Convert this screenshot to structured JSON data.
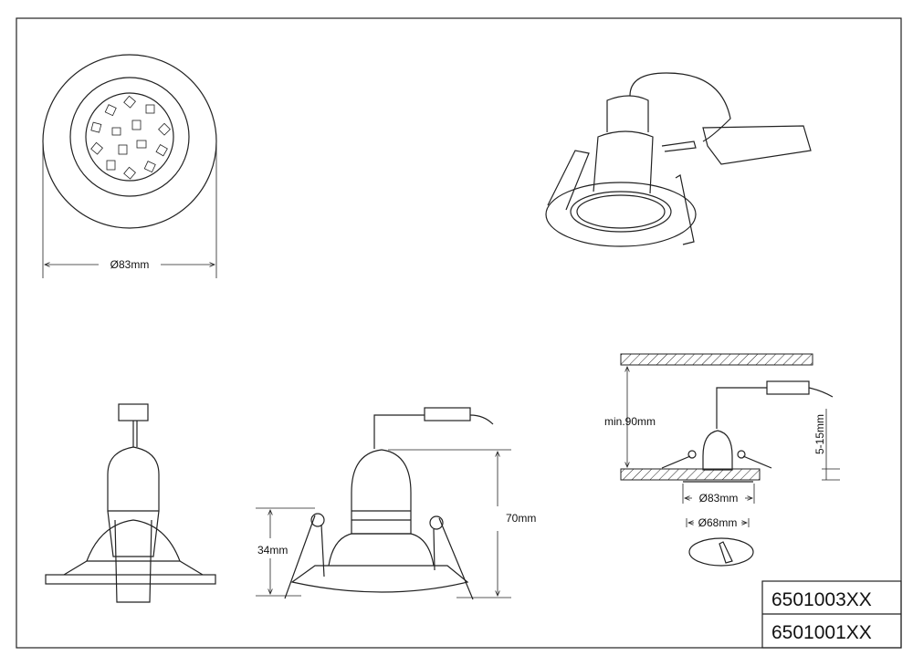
{
  "drawing": {
    "top_view": {
      "diameter_label": "Ø83mm"
    },
    "side_view": {
      "height_label": "70mm",
      "clip_height_label": "34mm"
    },
    "installation": {
      "ceiling_clearance_label": "min.90mm",
      "ceiling_thickness_label": "5-15mm",
      "outer_diameter_label": "Ø83mm",
      "cutout_diameter_label": "Ø68mm"
    },
    "title_block": {
      "codes": [
        "6501003XX",
        "6501001XX"
      ]
    }
  }
}
